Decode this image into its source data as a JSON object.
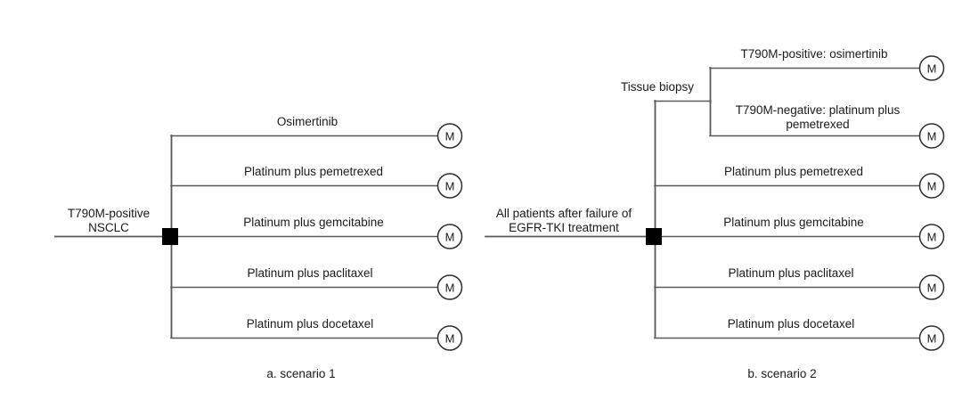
{
  "figure": {
    "background_color": "#ffffff",
    "line_color": "#58595b",
    "node_color": "#000000",
    "text_color": "#1a1a1a"
  },
  "panels": [
    {
      "id": "scenario-1",
      "caption": "a. scenario 1",
      "root_label_line1": "T790M-positive",
      "root_label_line2": "NSCLC",
      "decision_node_name": "decision-node",
      "branches": [
        {
          "label": "Osimertinib",
          "terminal": "M"
        },
        {
          "label": "Platinum plus pemetrexed",
          "terminal": "M"
        },
        {
          "label": "Platinum plus gemcitabine",
          "terminal": "M"
        },
        {
          "label": "Platinum plus paclitaxel",
          "terminal": "M"
        },
        {
          "label": "Platinum plus docetaxel",
          "terminal": "M"
        }
      ]
    },
    {
      "id": "scenario-2",
      "caption": "b. scenario 2",
      "root_label_line1": "All patients after failure of",
      "root_label_line2": "EGFR-TKI treatment",
      "decision_node_name": "decision-node",
      "subtree_label": "Tissue biopsy",
      "subtree_branches": [
        {
          "label": "T790M-positive: osimertinib",
          "terminal": "M"
        },
        {
          "label_line1": "T790M-negative: platinum plus",
          "label_line2": "pemetrexed",
          "terminal": "M"
        }
      ],
      "branches": [
        {
          "label": "Platinum plus pemetrexed",
          "terminal": "M"
        },
        {
          "label": "Platinum plus gemcitabine",
          "terminal": "M"
        },
        {
          "label": "Platinum plus paclitaxel",
          "terminal": "M"
        },
        {
          "label": "Platinum plus docetaxel",
          "terminal": "M"
        }
      ]
    }
  ],
  "terminal_symbol": "M"
}
